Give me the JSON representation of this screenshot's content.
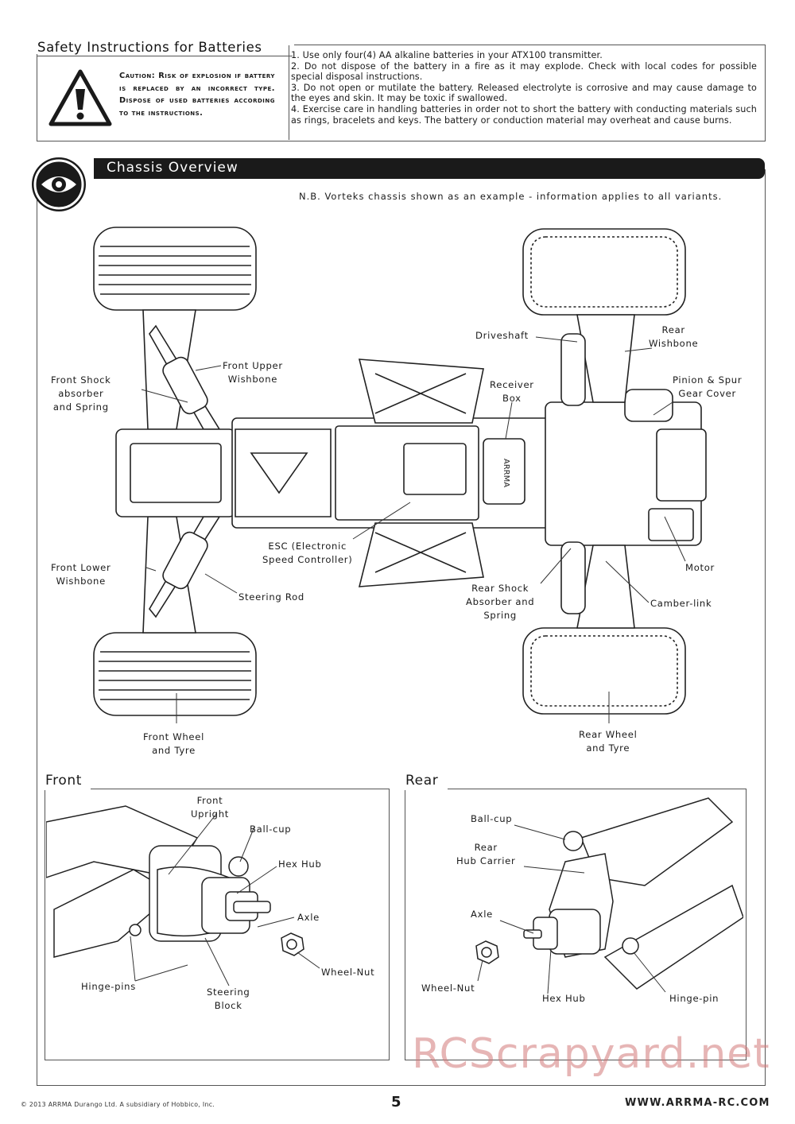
{
  "safety": {
    "title": "Safety Instructions for Batteries",
    "caution": "Caution: Risk of explosion if battery is replaced by an incorrect type. Dispose of used batteries according to the instructions.",
    "rules": [
      "1. Use only four(4) AA alkaline batteries in your ATX100 transmitter.",
      "2. Do not dispose of the battery in a fire as it may explode. Check with local codes for possible special disposal instructions.",
      "3. Do not open or mutilate the battery. Released electrolyte is corrosive and may cause damage to the eyes and skin. It may be toxic if swallowed.",
      "4. Exercise care in handling batteries in order not to short the battery with conducting materials such as rings, bracelets and keys. The battery or conduction material may overheat and cause burns."
    ]
  },
  "overview": {
    "title": "Chassis Overview",
    "note": "N.B. Vorteks chassis shown as an example - information applies to all variants.",
    "labels": {
      "front_shock": "Front Shock\nabsorber\nand Spring",
      "front_upper": "Front Upper\nWishbone",
      "front_lower": "Front Lower\nWishbone",
      "steering_rod": "Steering Rod",
      "front_wheel": "Front Wheel\nand Tyre",
      "esc": "ESC (Electronic\nSpeed Controller)",
      "receiver": "Receiver\nBox",
      "driveshaft": "Driveshaft",
      "rear_wishbone": "Rear\nWishbone",
      "pinion": "Pinion & Spur\nGear Cover",
      "motor": "Motor",
      "rear_shock": "Rear Shock\nAbsorber and\nSpring",
      "camber": "Camber-link",
      "rear_wheel": "Rear Wheel\nand Tyre",
      "chassis_logo": "ARRMA"
    }
  },
  "front": {
    "title": "Front",
    "labels": {
      "upright": "Front\nUpright",
      "ballcup": "Ball-cup",
      "hexhub": "Hex Hub",
      "axle": "Axle",
      "wheelnut": "Wheel-Nut",
      "hingepins": "Hinge-pins",
      "steering_block": "Steering\nBlock"
    }
  },
  "rear": {
    "title": "Rear",
    "labels": {
      "ballcup": "Ball-cup",
      "hubcarrier": "Rear\nHub Carrier",
      "axle": "Axle",
      "wheelnut": "Wheel-Nut",
      "hexhub": "Hex Hub",
      "hingepin": "Hinge-pin"
    }
  },
  "footer": {
    "copyright": "© 2013 ARRMA Durango Ltd. A subsidiary of Hobbico, Inc.",
    "page": "5",
    "website": "WWW.ARRMA-RC.COM",
    "watermark": "RCScrapyard.net"
  }
}
